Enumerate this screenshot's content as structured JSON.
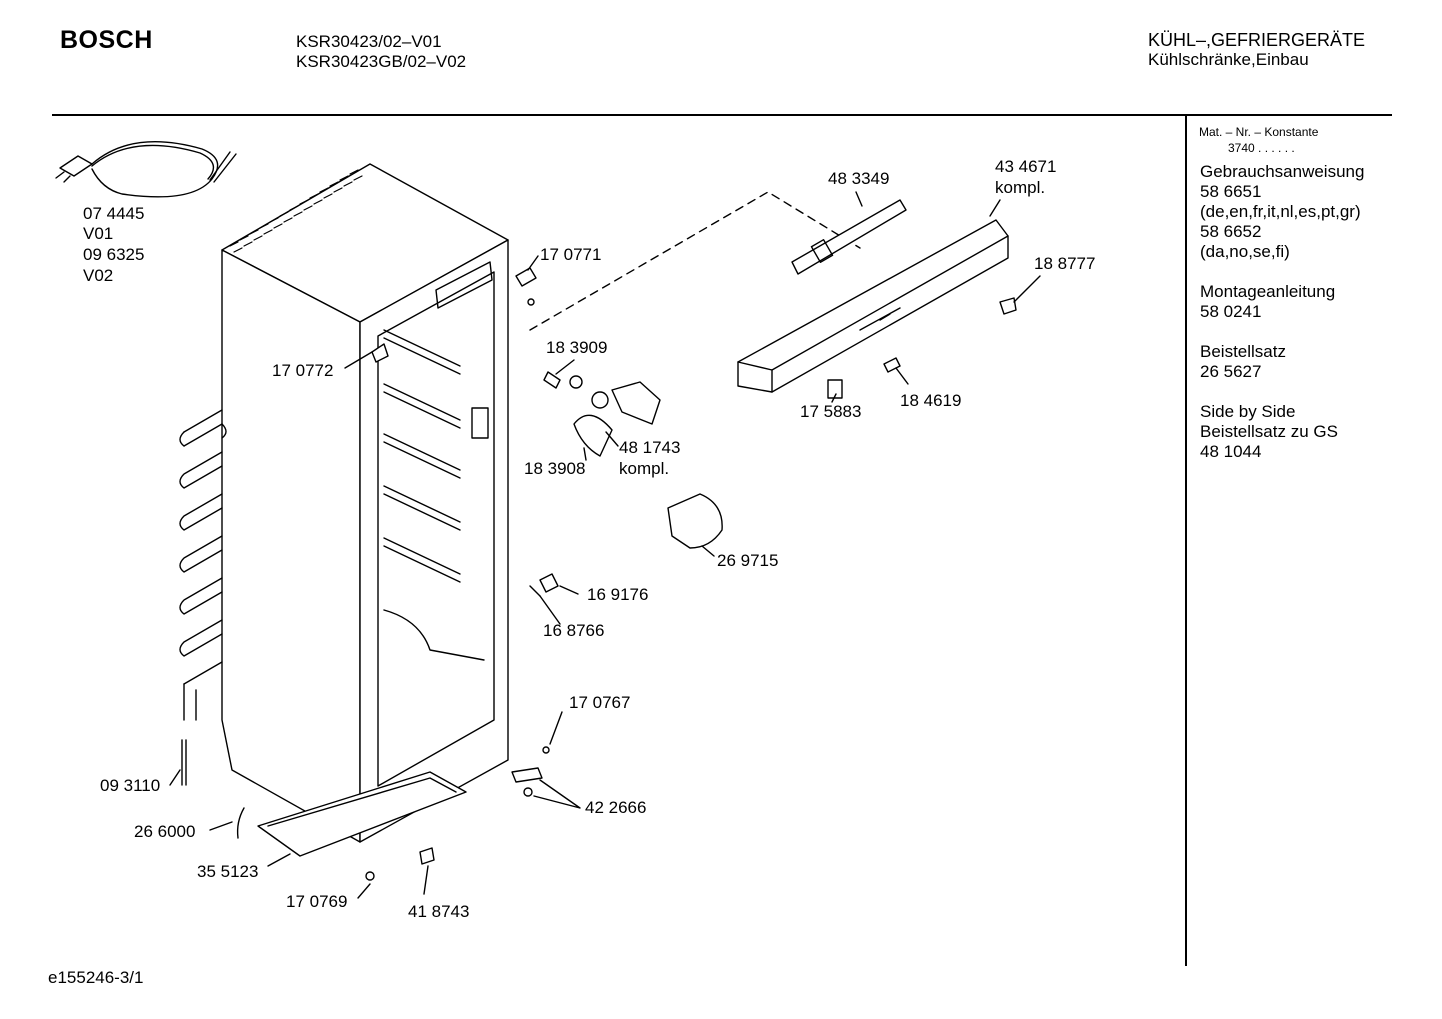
{
  "header": {
    "brand": "BOSCH",
    "model_1": "KSR30423/02–V01",
    "model_2": "KSR30423GB/02–V02",
    "category_1": "KÜHL–,GEFRIERGERÄTE",
    "category_2": "Kühlschränke,Einbau"
  },
  "sidebar": {
    "mat_label": "Mat. – Nr. – Konstante",
    "mat_value": "3740 . . . . . .",
    "manual_label": "Gebrauchsanweisung",
    "manual_no_1": "58 6651",
    "manual_langs_1": "(de,en,fr,it,nl,es,pt,gr)",
    "manual_no_2": "58 6652",
    "manual_langs_2": "(da,no,se,fi)",
    "assembly_label": "Montageanleitung",
    "assembly_no": "58 0241",
    "kit_label": "Beistellsatz",
    "kit_no": "26 5627",
    "sbs_label_1": "Side by Side",
    "sbs_label_2": "Beistellsatz zu GS",
    "sbs_no": "48 1044"
  },
  "parts": {
    "p074445": "07 4445",
    "v01": "V01",
    "p096325": "09 6325",
    "v02": "V02",
    "p170771": "17 0771",
    "p170772": "17 0772",
    "p483349": "48 3349",
    "p434671": "43 4671",
    "kompl_1": "kompl.",
    "p188777": "18 8777",
    "p183909": "18 3909",
    "p481743": "48 1743",
    "kompl_2": "kompl.",
    "p183908": "18 3908",
    "p175883": "17 5883",
    "p184619": "18 4619",
    "p269715": "26 9715",
    "p169176": "16 9176",
    "p168766": "16 8766",
    "p170767": "17 0767",
    "p422666": "42 2666",
    "p093110": "09 3110",
    "p266000": "26 6000",
    "p355123": "35 5123",
    "p170769": "17 0769",
    "p418743": "41 8743"
  },
  "footer": {
    "drawing_id": "e155246-3/1"
  }
}
